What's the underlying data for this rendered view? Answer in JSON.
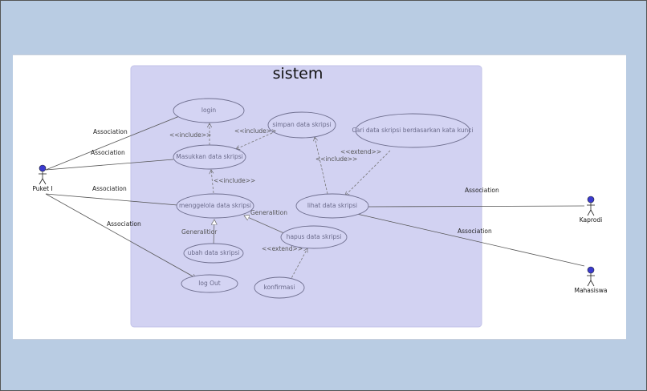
{
  "system": {
    "title": "sistem"
  },
  "actors": {
    "puket": "Puket I",
    "kaprodi": "Kaprodi",
    "mahasiswa": "Mahasiswa"
  },
  "use_cases": {
    "login": "login",
    "masukkan": "Masukkan data skripsi",
    "simpan": "simpan data skripsi",
    "cari": "Cari data skripsi berdasarkan kata kunci",
    "menggelola": "menggelola data skripsi",
    "lihat": "lihat data skripsi",
    "hapus": "hapus data skripsi",
    "ubah": "ubah data skripsi",
    "logout": "log Out",
    "konfirmasi": "konfirmasi"
  },
  "relations": {
    "association": "Association",
    "include": "<<include>>",
    "extend": "<<extend>>",
    "generalization_1": "Generalitior",
    "generalization_2": "Generalition"
  },
  "colors": {
    "background": "#b9cce3",
    "system_fill": "#d2d2f2",
    "use_case_fill": "#d4d4f3",
    "actor_head": "#3b3bd0"
  }
}
